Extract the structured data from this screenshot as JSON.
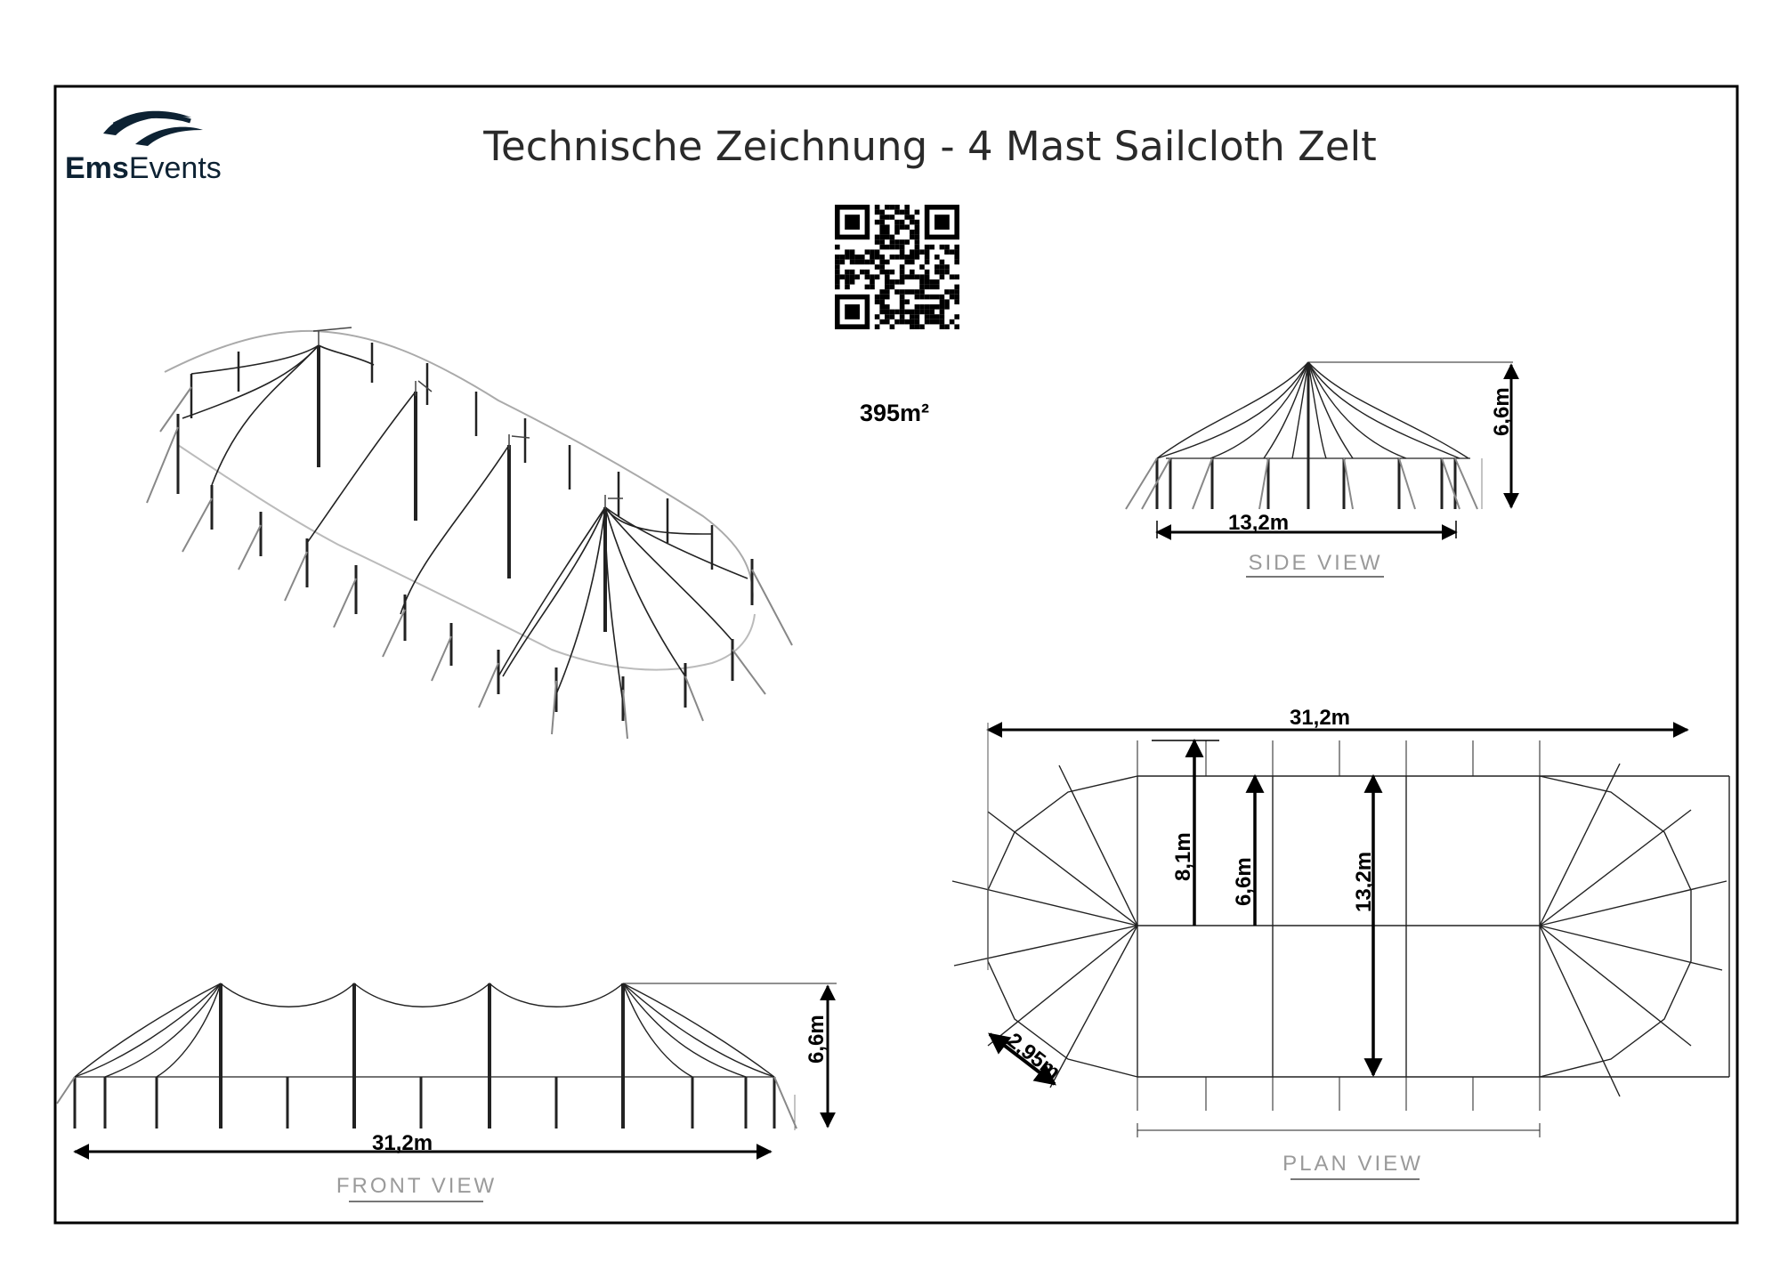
{
  "header": {
    "logo_text_bold": "Ems",
    "logo_text_rest": "Events",
    "title": "Technische Zeichnung - 4 Mast Sailcloth Zelt",
    "area": "395m²"
  },
  "side_view": {
    "label": "SIDE VIEW",
    "width": "13,2m",
    "height": "6,6m"
  },
  "plan_view": {
    "label": "PLAN VIEW",
    "length": "31,2m",
    "dim_a": "8,1m",
    "dim_b": "6,6m",
    "dim_c": "13,2m",
    "dim_d": "2,95m"
  },
  "front_view": {
    "label": "FRONT VIEW",
    "length": "31,2m",
    "height": "6,6m"
  },
  "colors": {
    "frame": "#000000",
    "line": "#222222",
    "guy": "#777777",
    "label_gray": "#9a9a9a"
  }
}
